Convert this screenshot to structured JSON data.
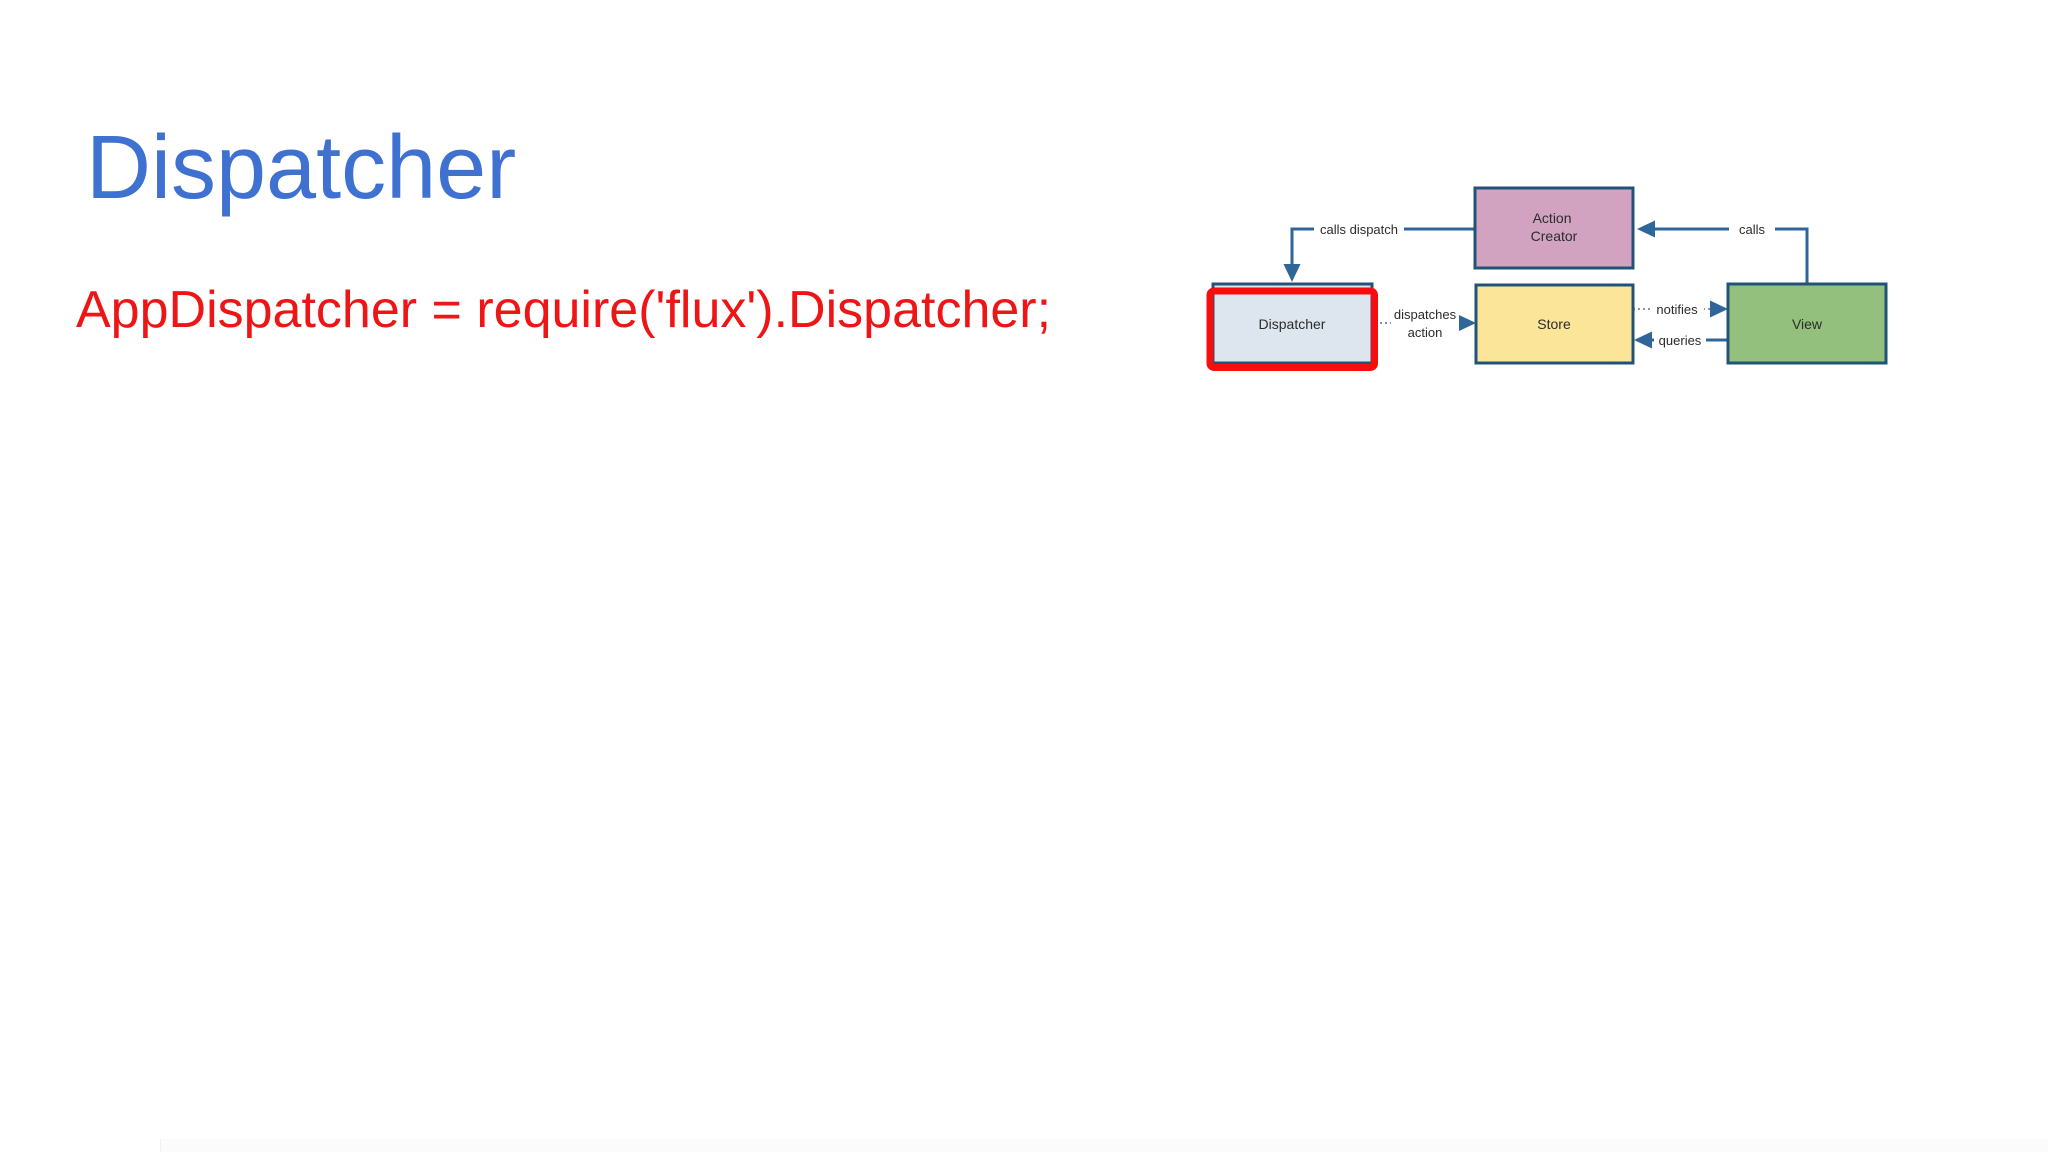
{
  "slide": {
    "title": "Dispatcher",
    "title_color": "#3e71d0",
    "code": "AppDispatcher = require('flux').Dispatcher;",
    "code_color": "#ed1515"
  },
  "diagram": {
    "colors": {
      "line": "#2e6699",
      "dotted_line": "#8494ab",
      "box_border": "#215379",
      "label_text": "#2b2b2b",
      "highlight": "#f70d0d",
      "label_bg": "#ffffff",
      "action_creator_fill": "#d2a3c0",
      "dispatcher_fill": "#dde5ef",
      "store_fill": "#fae599",
      "view_fill": "#93c07c"
    },
    "nodes": {
      "action_creator_line1": "Action",
      "action_creator_line2": "Creator",
      "dispatcher": "Dispatcher",
      "store": "Store",
      "view": "View"
    },
    "edges": {
      "calls_dispatch": "calls dispatch",
      "calls": "calls",
      "dispatches_line1": "dispatches",
      "dispatches_line2": "action",
      "notifies": "notifies",
      "queries": "queries"
    }
  }
}
